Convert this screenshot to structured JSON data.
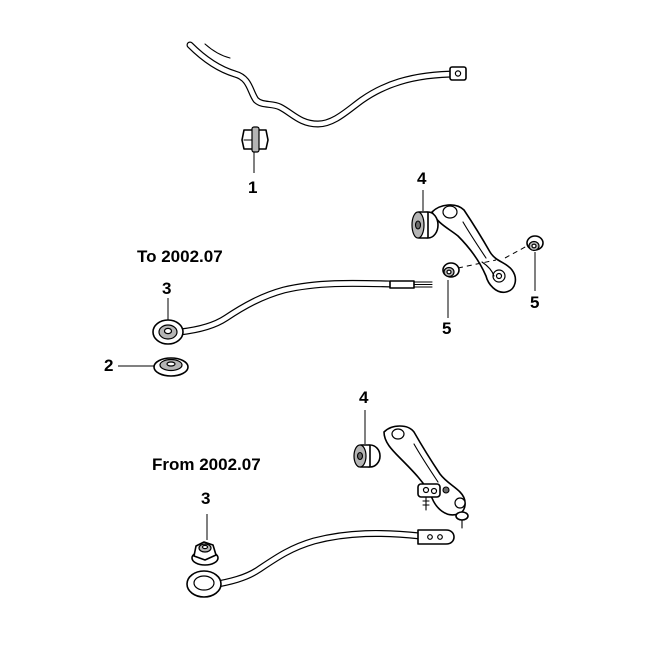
{
  "callouts": {
    "part1": "1",
    "part2": "2",
    "part3_top": "3",
    "part3_bottom": "3",
    "part4_top": "4",
    "part4_bottom": "4",
    "part5_left": "5",
    "part5_right": "5"
  },
  "periods": {
    "to": "To 2002.07",
    "from": "From 2002.07"
  }
}
